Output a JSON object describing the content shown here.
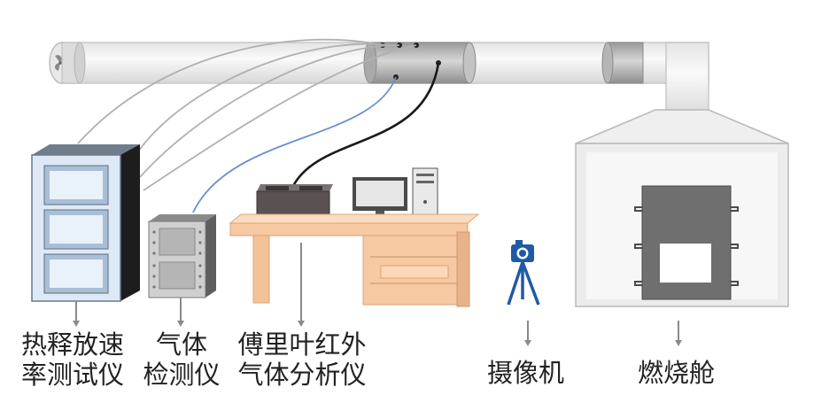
{
  "labels": {
    "hrr": {
      "line1": "热释放速",
      "line2": "率测试仪"
    },
    "gas": {
      "line1": "气体",
      "line2": "检测仪"
    },
    "ftir": {
      "line1": "傅里叶红外",
      "line2": "气体分析仪"
    },
    "camera": {
      "line1": "摄像机"
    },
    "chamber": {
      "line1": "燃烧舱"
    }
  },
  "colors": {
    "duct": "#f2f2f2",
    "duct_outline": "#c9c9c9",
    "cabinet": "#dde9f6",
    "desk": "#f6c9a2",
    "camera": "#1f5aa6",
    "blue_wire": "#6a8fd0",
    "black_wire": "#1a1a1a",
    "gray_wire": "#a6a6a6"
  }
}
